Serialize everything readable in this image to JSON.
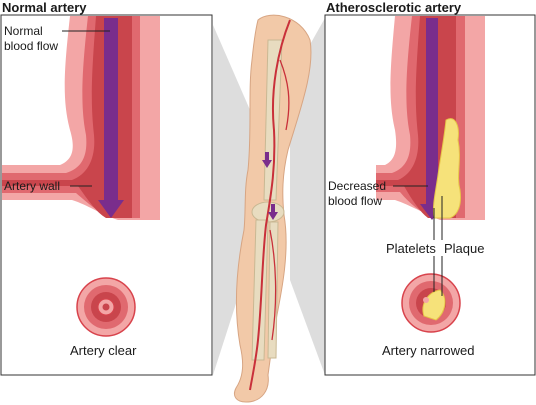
{
  "titles": {
    "normal": "Normal artery",
    "atherosclerotic": "Atherosclerotic artery"
  },
  "labels": {
    "normal_blood_flow": [
      "Normal",
      "blood flow"
    ],
    "artery_wall": "Artery wall",
    "artery_clear": "Artery clear",
    "decreased_blood_flow": [
      "Decreased",
      "blood flow"
    ],
    "platelets": "Platelets",
    "plaque": "Plaque",
    "artery_narrowed": "Artery narrowed"
  },
  "colors": {
    "tissue": "#f3a6a6",
    "wall": "#d8434c",
    "lumen": "#c9454c",
    "blood_arrow": "#7a2d8c",
    "plaque": "#f6e27a",
    "leg_skin": "#f2c9a8",
    "bone": "#e8dcc0",
    "connector": "#d0d0d0"
  }
}
